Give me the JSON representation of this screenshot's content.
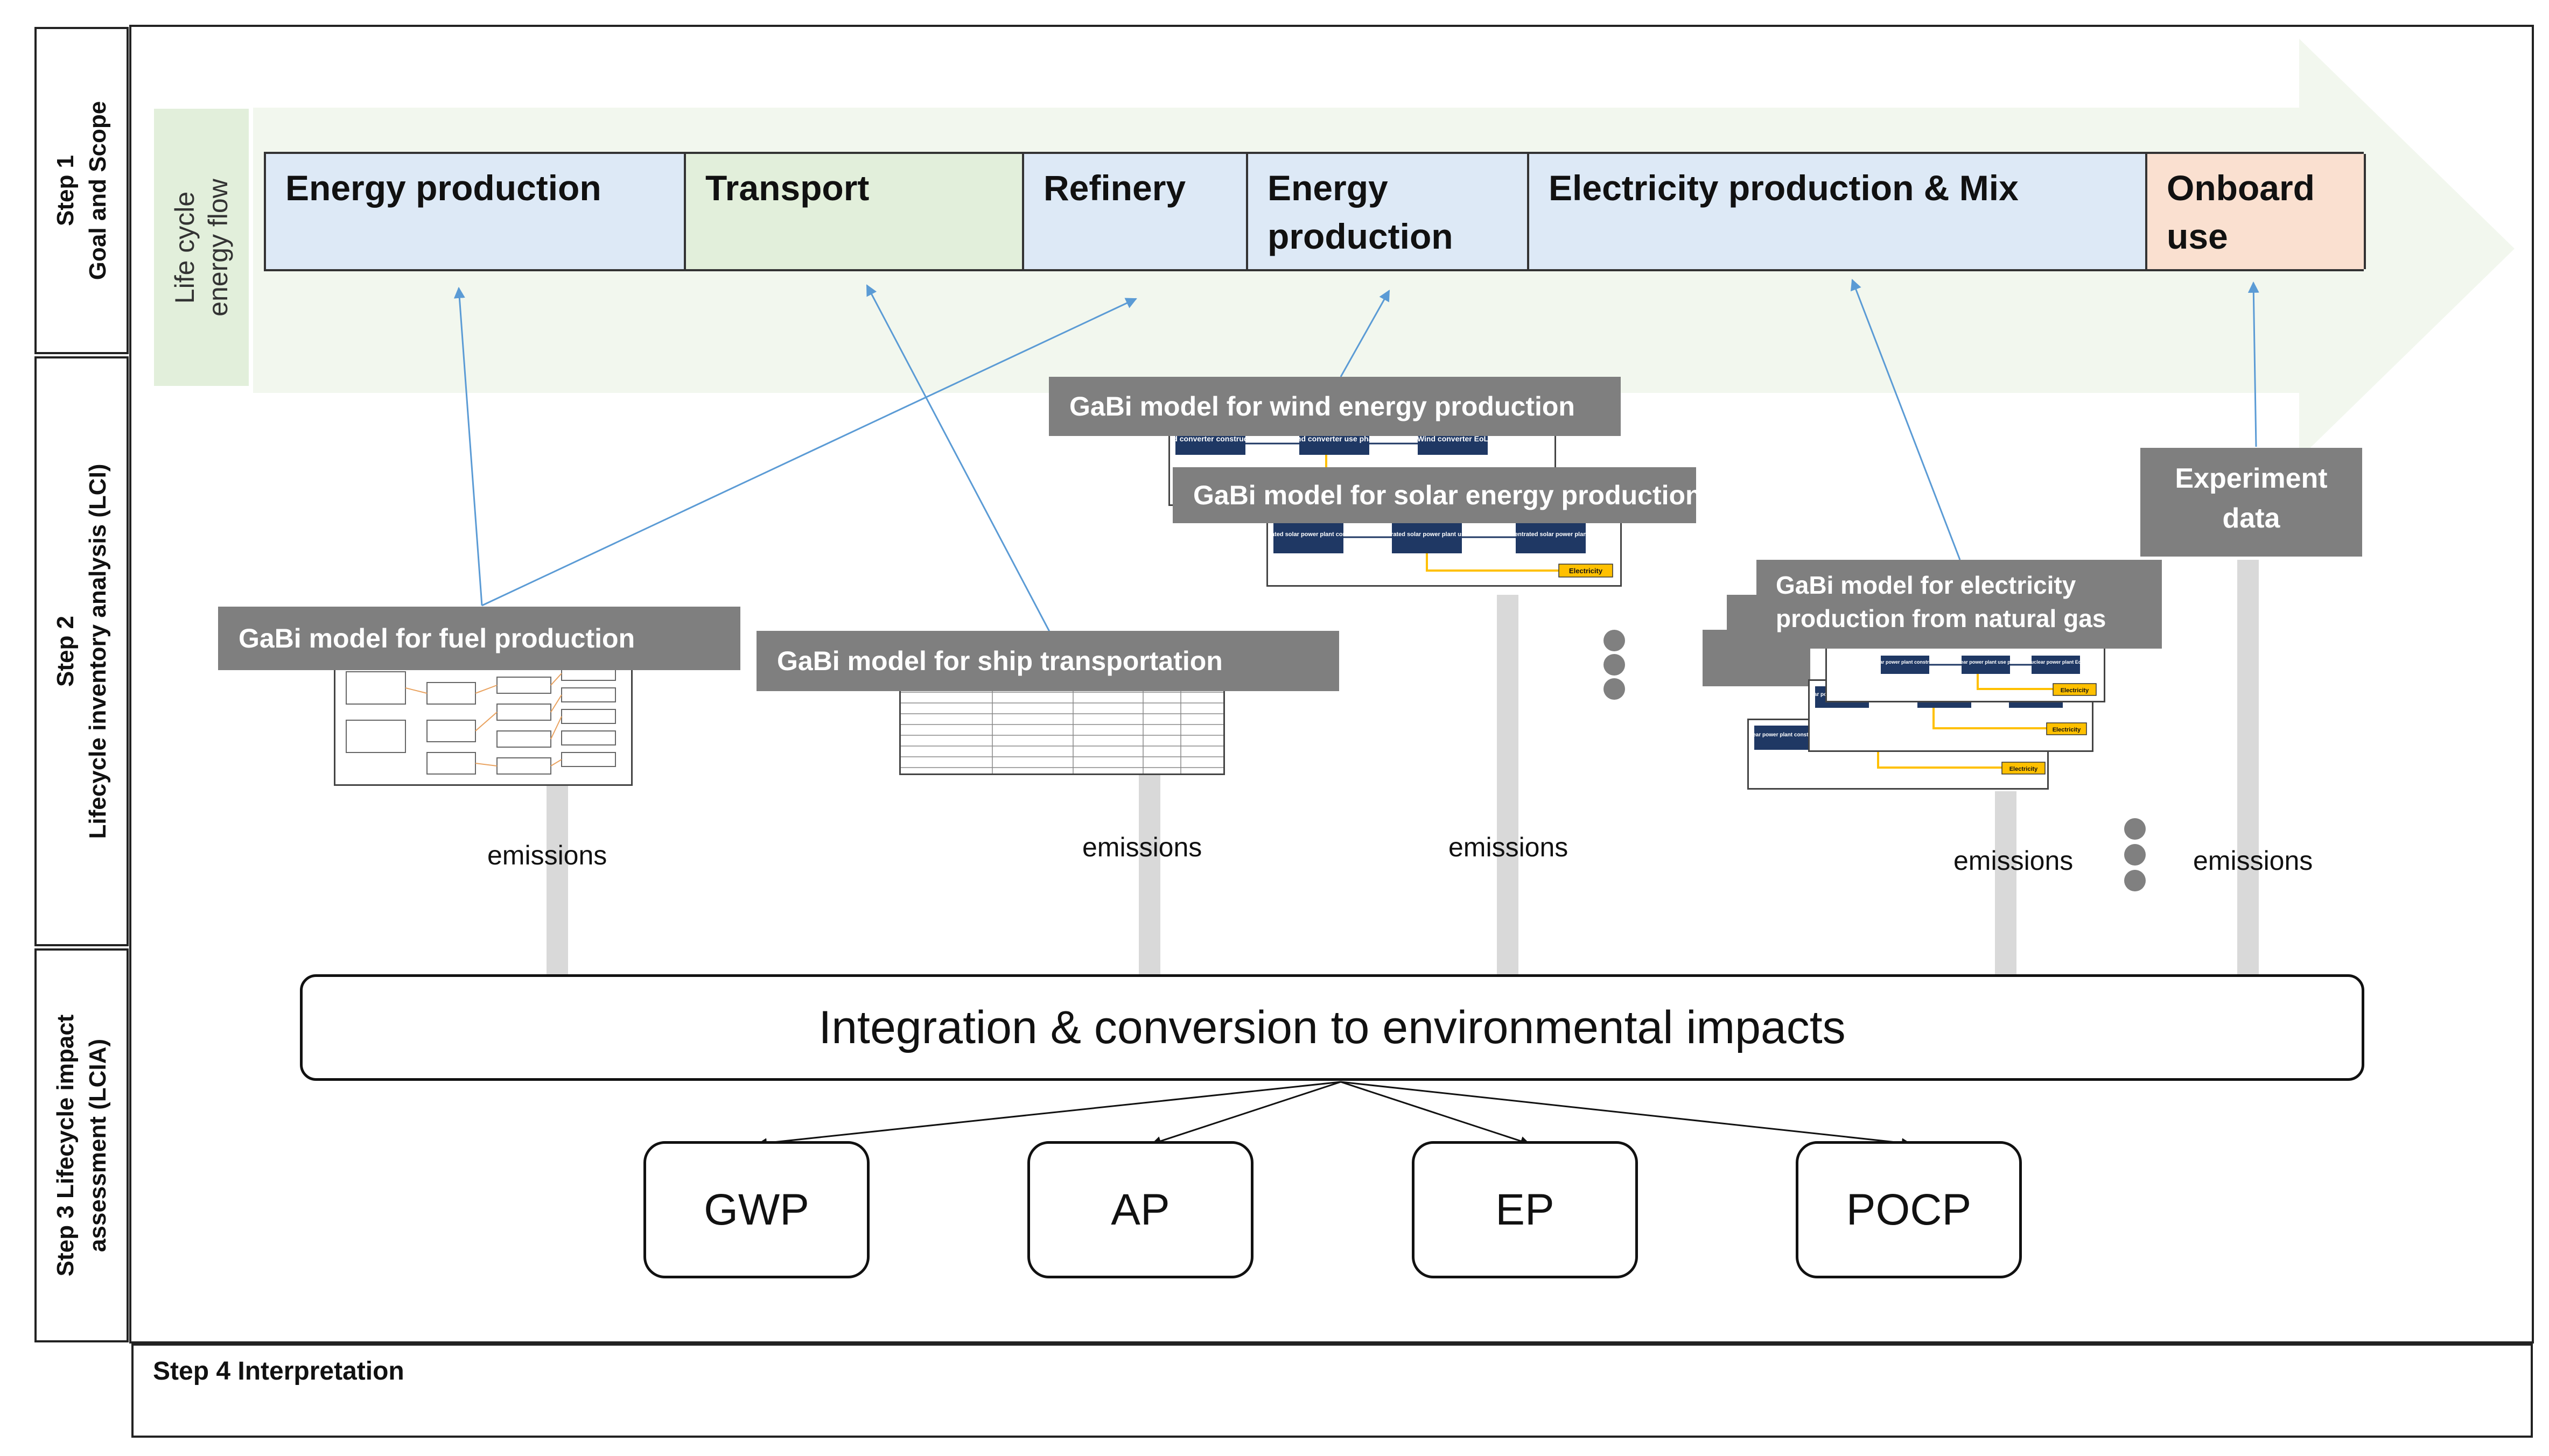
{
  "steps": {
    "step1": "Step 1\nGoal and Scope",
    "step2": "Step 2\nLifecycle inventory analysis (LCI)",
    "step3": "Step 3 Lifecycle impact\nassessment (LCIA)",
    "step4": "Step 4 Interpretation"
  },
  "flow_label": "Life cycle\nenergy flow",
  "stages": [
    "Energy production",
    "Transport",
    "Refinery",
    "Energy production",
    "Electricity production & Mix",
    "Onboard use"
  ],
  "models": {
    "fuel": "GaBi model for fuel production",
    "ship": "GaBi model for ship transportation",
    "wind": "GaBi model for wind energy production",
    "solar": "GaBi model for solar energy production",
    "gas": "GaBi model for electricity production from natural gas",
    "experiment": "Experiment data"
  },
  "mini_diagram_labels": {
    "wind": [
      "Wind converter construction",
      "Wind converter use phase",
      "Wind converter EoL"
    ],
    "solar": [
      "Concentrated solar power plant construction",
      "Concentrated solar power plant use phase",
      "Concentrated solar power plant EoL",
      "Electricity"
    ],
    "nuclear": [
      "Nuclear power plant construction",
      "Nuclear power plant use phase",
      "Nuclear power plant EoL",
      "Electricity"
    ]
  },
  "emissions_label": "emissions",
  "integration": "Integration & conversion to environmental impacts",
  "impacts": [
    "GWP",
    "AP",
    "EP",
    "POCP"
  ],
  "colors": {
    "blue_stage": "#dde9f6",
    "green_stage": "#e2efdb",
    "orange_stage": "#fae0d0",
    "flow_arrow": "#f2f7ee",
    "flow_label_bg": "#e2efdb",
    "gabi_box": "#7f7f7f",
    "pointer_line": "#5b9bd5",
    "emission_arrow": "#d9d9d9",
    "mini_node": "#1f3864",
    "electricity": "#ffc000"
  }
}
